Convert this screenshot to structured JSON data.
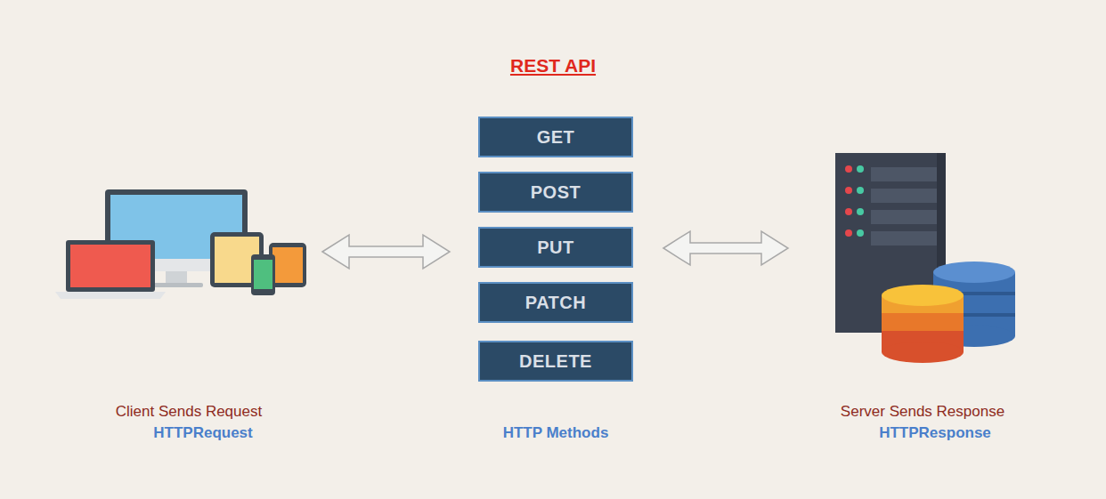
{
  "diagram": {
    "title": "REST API",
    "nodes": [
      {
        "text": [
          "GET"
        ]
      },
      {
        "text": [
          "POST"
        ]
      },
      {
        "text": [
          "PUT"
        ]
      },
      {
        "text": [
          "PATCH"
        ]
      },
      {
        "text": [
          "DELETE"
        ]
      }
    ],
    "labels": [
      "Client Sends Request",
      "HTTPRequest",
      "HTTP Methods",
      "Server Sends Response",
      "HTTPResponse"
    ]
  }
}
